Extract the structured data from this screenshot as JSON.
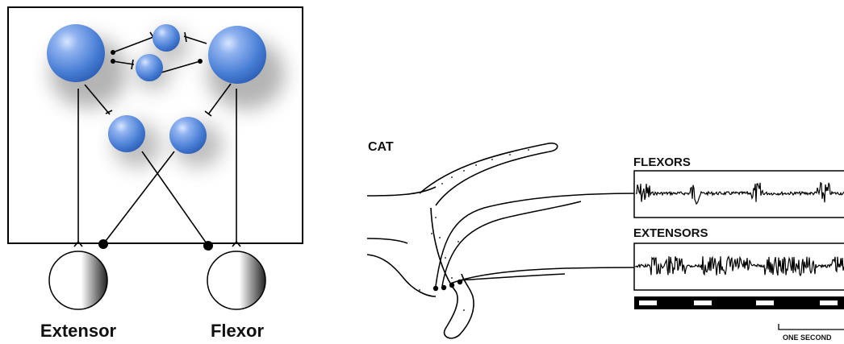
{
  "left_panel": {
    "labels": {
      "extensor": "Extensor",
      "flexor": "Flexor"
    },
    "neuron_color": "#4a7fd6"
  },
  "right_panel": {
    "animal_label": "CAT",
    "traces": [
      {
        "label": "FLEXORS",
        "pattern": "bursts"
      },
      {
        "label": "EXTENSORS",
        "pattern": "bursts"
      }
    ],
    "step_bar": "alternating",
    "scale_label": "ONE SECOND"
  }
}
